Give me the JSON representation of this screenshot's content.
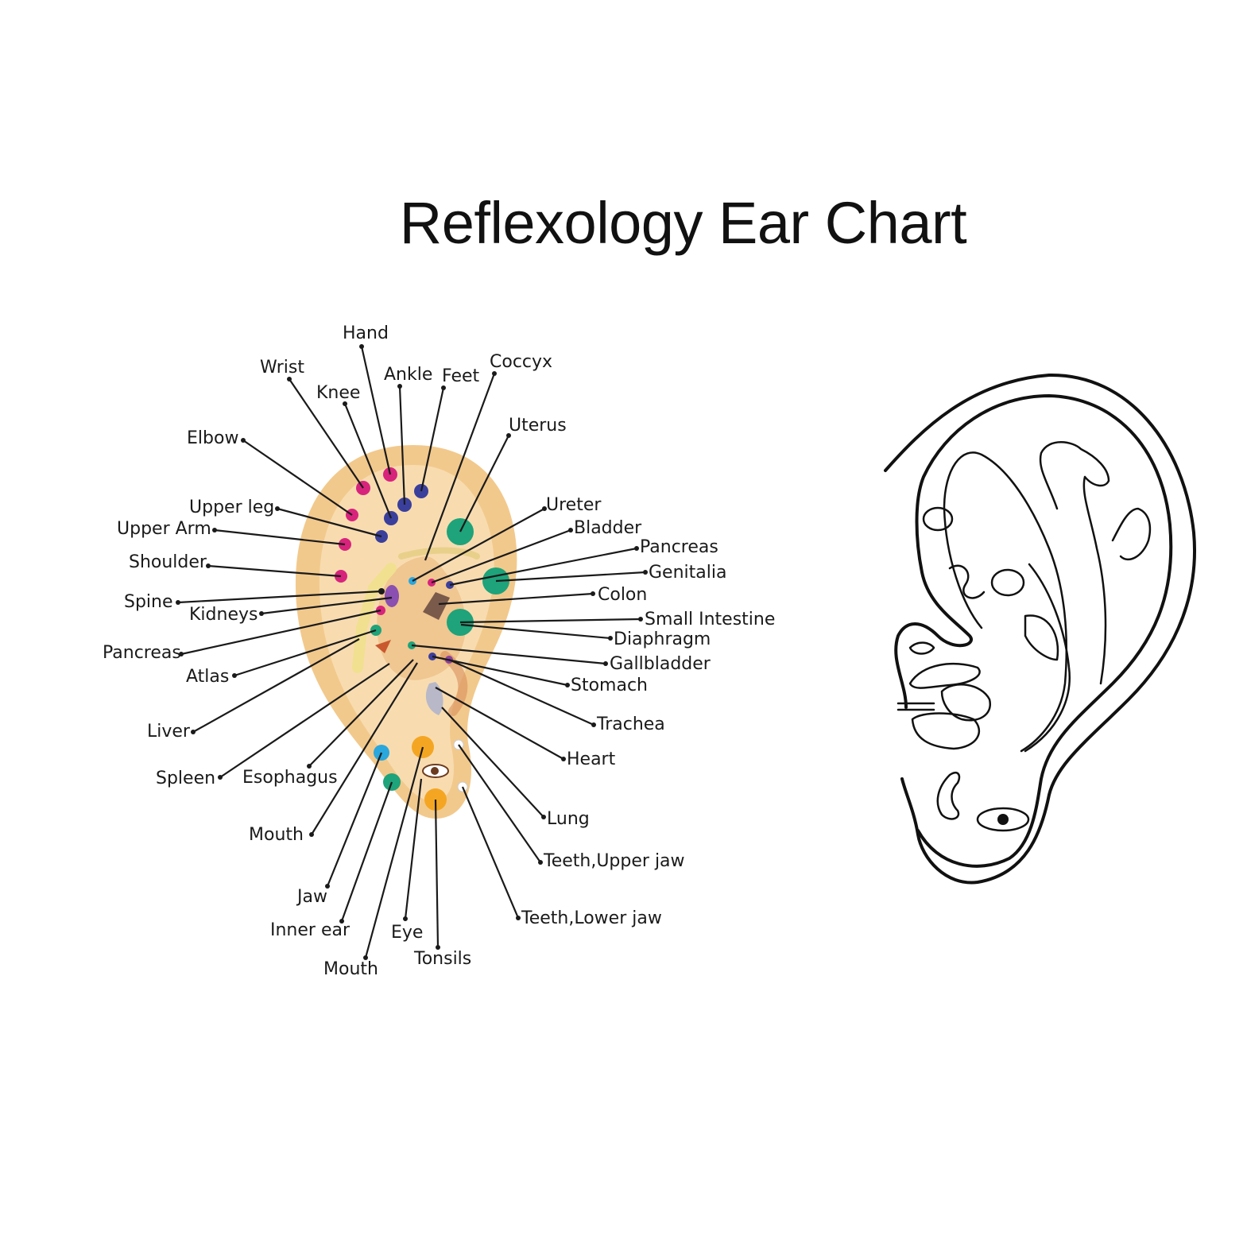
{
  "title": "Reflexology Ear Chart",
  "colors": {
    "ear_skin": "#f6d9a8",
    "ear_rim": "#efc48a",
    "magenta": "#d8237c",
    "blue": "#3b3f9c",
    "green": "#1ea37a",
    "purple": "#8a3f9c",
    "cyan": "#2aa7dc",
    "orange": "#f4a623",
    "text": "#1a1a1a"
  },
  "labels": {
    "hand": "Hand",
    "wrist": "Wrist",
    "knee": "Knee",
    "ankle": "Ankle",
    "feet": "Feet",
    "coccyx": "Coccyx",
    "uterus": "Uterus",
    "elbow": "Elbow",
    "upper_leg": "Upper leg",
    "upper_arm": "Upper Arm",
    "shoulder": "Shoulder",
    "spine": "Spine",
    "kidneys": "Kidneys",
    "pancreas_left": "Pancreas",
    "atlas": "Atlas",
    "liver": "Liver",
    "spleen": "Spleen",
    "esophagus": "Esophagus",
    "mouth_left": "Mouth",
    "jaw": "Jaw",
    "inner_ear": "Inner ear",
    "mouth_bottom": "Mouth",
    "eye": "Eye",
    "tonsils": "Tonsils",
    "ureter": "Ureter",
    "bladder": "Bladder",
    "pancreas_right": "Pancreas",
    "genitalia": "Genitalia",
    "colon": "Colon",
    "small_intestine": "Small Intestine",
    "diaphragm": "Diaphragm",
    "gallbladder": "Gallbladder",
    "stomach": "Stomach",
    "trachea": "Trachea",
    "heart": "Heart",
    "lung": "Lung",
    "teeth_upper_jaw": "Teeth,Upper jaw",
    "teeth_lower_jaw": "Teeth,Lower jaw"
  },
  "icons": [
    "colored-ear-illustration",
    "outlined-ear-illustration"
  ]
}
